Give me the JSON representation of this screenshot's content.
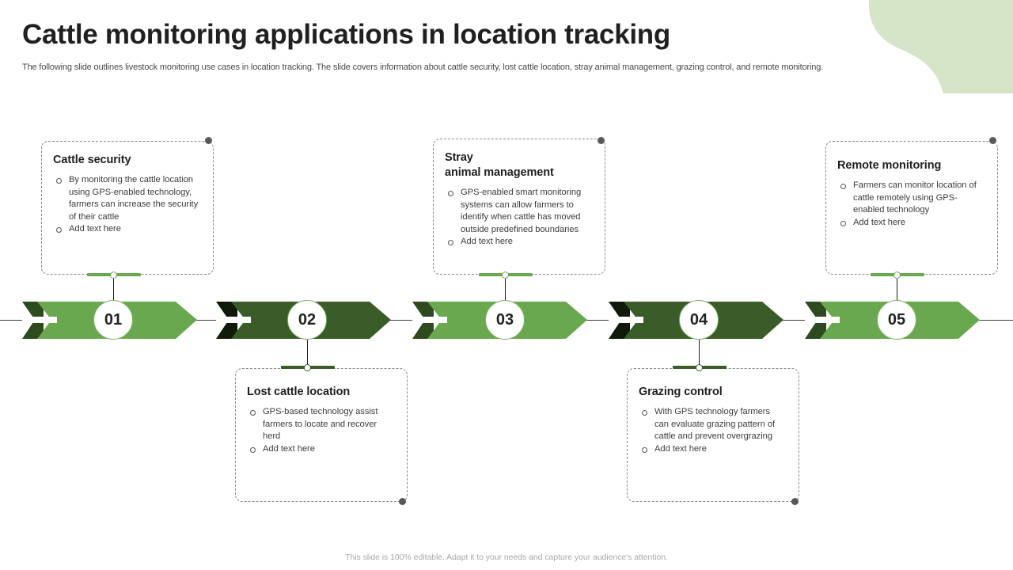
{
  "header": {
    "title": "Cattle monitoring applications in location tracking",
    "subtitle": "The following slide outlines livestock monitoring use cases in location tracking. The slide covers information about cattle security, lost cattle location, stray animal management, grazing control, and remote monitoring."
  },
  "theme": {
    "light_green": "#6aa84f",
    "dark_green": "#3a5c28",
    "blob_green": "#d6e4c8",
    "dot_gray": "#595959",
    "title_color": "#202020"
  },
  "steps": [
    {
      "number": "01",
      "position": "top",
      "tone": "light",
      "title": "Cattle security",
      "bullets": [
        "By monitoring the cattle location using GPS-enabled technology, farmers can increase the security of their cattle",
        "Add text here"
      ]
    },
    {
      "number": "02",
      "position": "bottom",
      "tone": "dark",
      "title": "Lost cattle location",
      "bullets": [
        "GPS-based technology assist farmers to locate and recover herd",
        "Add text here"
      ]
    },
    {
      "number": "03",
      "position": "top",
      "tone": "light",
      "title": "Stray animal management",
      "bullets": [
        "GPS-enabled smart monitoring systems can allow farmers to identify when cattle has moved outside predefined boundaries",
        "Add text here"
      ]
    },
    {
      "number": "04",
      "position": "bottom",
      "tone": "dark",
      "title": "Grazing control",
      "bullets": [
        "With GPS technology farmers can evaluate grazing pattern of cattle and prevent overgrazing",
        "Add text here"
      ]
    },
    {
      "number": "05",
      "position": "top",
      "tone": "light",
      "title": "Remote monitoring",
      "bullets": [
        "Farmers can monitor location of cattle remotely using GPS-enabled technology",
        "Add text here"
      ]
    }
  ],
  "footer": {
    "note": "This slide is 100% editable. Adapt it to your needs and capture your audience's attention."
  }
}
